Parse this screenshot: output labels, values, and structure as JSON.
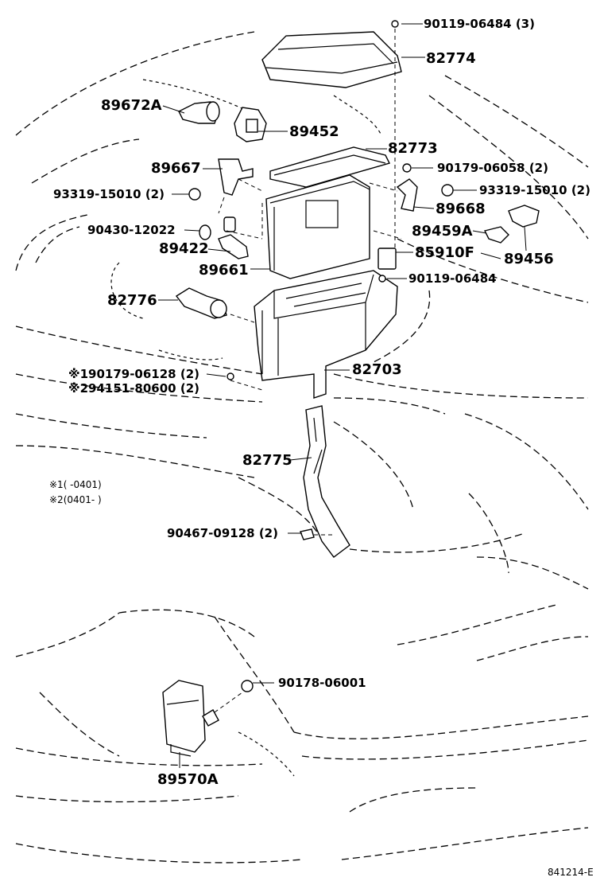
{
  "labels": {
    "p90119_06484_3": "90119-06484 (3)",
    "p82774": "82774",
    "p89672A": "89672A",
    "p89452": "89452",
    "p82773": "82773",
    "p89667": "89667",
    "p90179_06058": "90179-06058 (2)",
    "p93319_15010_l": "93319-15010 (2)",
    "p93319_15010_r": "93319-15010 (2)",
    "p89668": "89668",
    "p90430_12022": "90430-12022",
    "p89459A": "89459A",
    "p89422": "89422",
    "p85910F": "85910F",
    "p89456": "89456",
    "p89661": "89661",
    "p90119_06484": "90119-06484",
    "p82776": "82776",
    "p90179_06128": "※190179-06128 (2)",
    "p94151_80600": "※294151-80600 (2)",
    "p82703": "82703",
    "p82775": "82775",
    "note1": "※1(        -0401)",
    "note2": "※2(0401-        )",
    "p90467_09128": "90467-09128 (2)",
    "p90178_06001": "90178-06001",
    "p89570A": "89570A",
    "figure_code": "841214-E"
  }
}
